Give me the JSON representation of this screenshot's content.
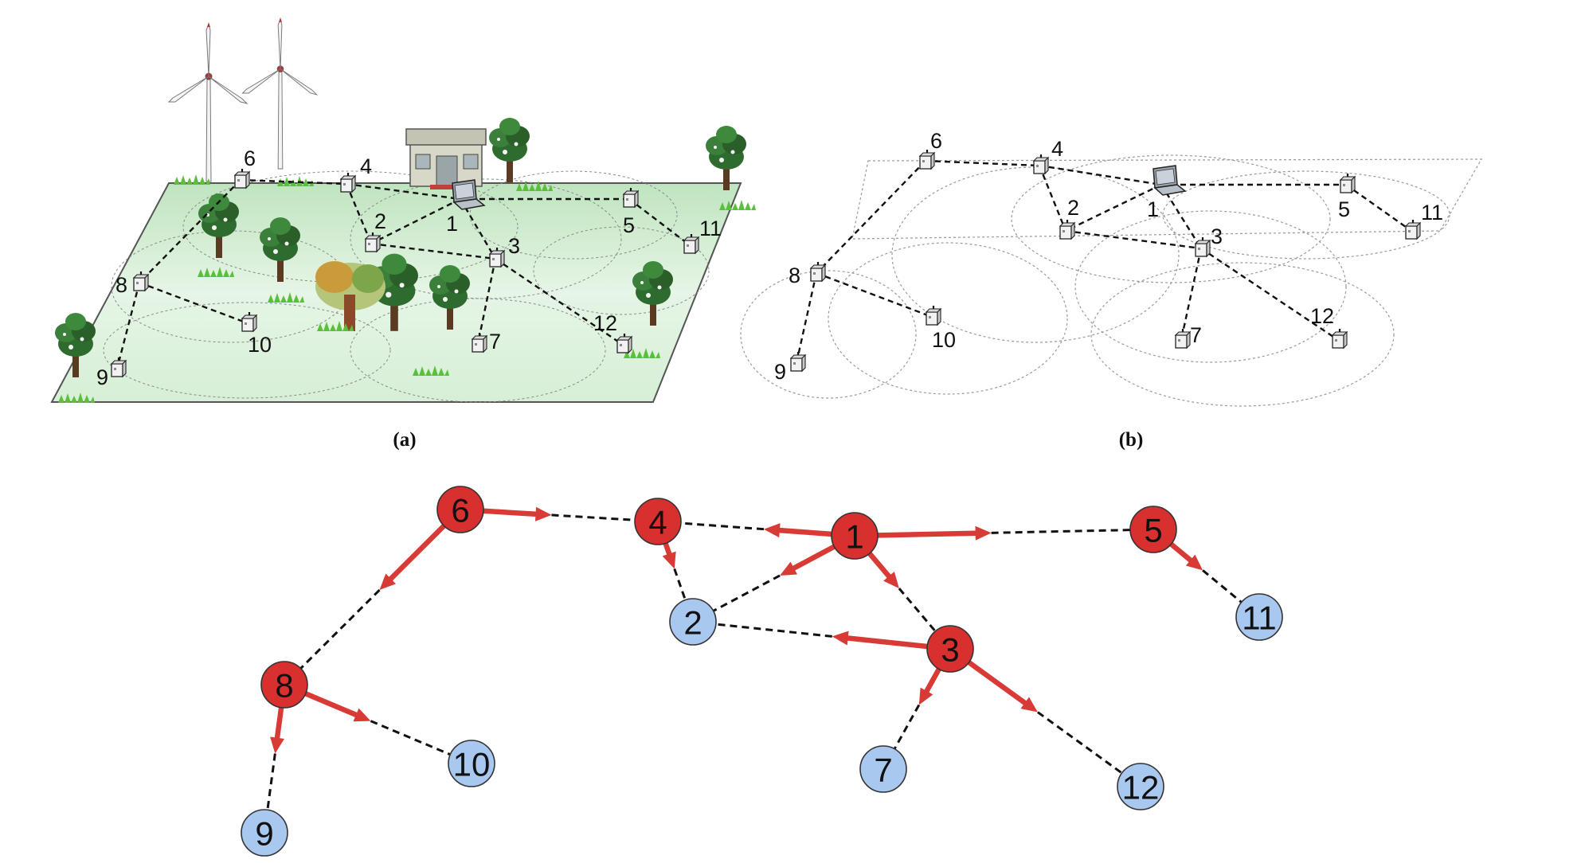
{
  "captions": {
    "a": "(a)",
    "b": "(b)"
  },
  "colors": {
    "cluster_head": "#d8302f",
    "member": "#a8c8f0",
    "arrow": "#d83a36",
    "dashed_link": "#111111",
    "field_green": "#cfeacf"
  },
  "icons": {
    "sensor": "sensor-node-icon",
    "sink": "laptop-icon",
    "turbine": "wind-turbine-icon",
    "tree": "tree-icon",
    "building": "building-icon"
  },
  "panel_a": {
    "labels": [
      {
        "id": "1",
        "text": "1"
      },
      {
        "id": "2",
        "text": "2"
      },
      {
        "id": "3",
        "text": "3"
      },
      {
        "id": "4",
        "text": "4"
      },
      {
        "id": "5",
        "text": "5"
      },
      {
        "id": "6",
        "text": "6"
      },
      {
        "id": "7",
        "text": "7"
      },
      {
        "id": "8",
        "text": "8"
      },
      {
        "id": "9",
        "text": "9"
      },
      {
        "id": "10",
        "text": "10"
      },
      {
        "id": "11",
        "text": "11"
      },
      {
        "id": "12",
        "text": "12"
      }
    ]
  },
  "panel_b": {
    "labels": [
      {
        "id": "1",
        "text": "1"
      },
      {
        "id": "2",
        "text": "2"
      },
      {
        "id": "3",
        "text": "3"
      },
      {
        "id": "4",
        "text": "4"
      },
      {
        "id": "5",
        "text": "5"
      },
      {
        "id": "6",
        "text": "6"
      },
      {
        "id": "7",
        "text": "7"
      },
      {
        "id": "8",
        "text": "8"
      },
      {
        "id": "9",
        "text": "9"
      },
      {
        "id": "10",
        "text": "10"
      },
      {
        "id": "11",
        "text": "11"
      },
      {
        "id": "12",
        "text": "12"
      }
    ]
  },
  "graph": {
    "nodes": [
      {
        "id": "1",
        "label": "1",
        "role": "cluster-head"
      },
      {
        "id": "2",
        "label": "2",
        "role": "member"
      },
      {
        "id": "3",
        "label": "3",
        "role": "cluster-head"
      },
      {
        "id": "4",
        "label": "4",
        "role": "cluster-head"
      },
      {
        "id": "5",
        "label": "5",
        "role": "cluster-head"
      },
      {
        "id": "6",
        "label": "6",
        "role": "cluster-head"
      },
      {
        "id": "7",
        "label": "7",
        "role": "member"
      },
      {
        "id": "8",
        "label": "8",
        "role": "cluster-head"
      },
      {
        "id": "9",
        "label": "9",
        "role": "member"
      },
      {
        "id": "10",
        "label": "10",
        "role": "member"
      },
      {
        "id": "11",
        "label": "11",
        "role": "member"
      },
      {
        "id": "12",
        "label": "12",
        "role": "member"
      }
    ],
    "edges": [
      {
        "from": "1",
        "to": "4"
      },
      {
        "from": "1",
        "to": "5"
      },
      {
        "from": "1",
        "to": "2"
      },
      {
        "from": "1",
        "to": "3"
      },
      {
        "from": "4",
        "to": "2"
      },
      {
        "from": "3",
        "to": "2"
      },
      {
        "from": "3",
        "to": "7"
      },
      {
        "from": "3",
        "to": "12"
      },
      {
        "from": "5",
        "to": "11"
      },
      {
        "from": "6",
        "to": "4"
      },
      {
        "from": "6",
        "to": "8"
      },
      {
        "from": "8",
        "to": "9"
      },
      {
        "from": "8",
        "to": "10"
      }
    ]
  }
}
